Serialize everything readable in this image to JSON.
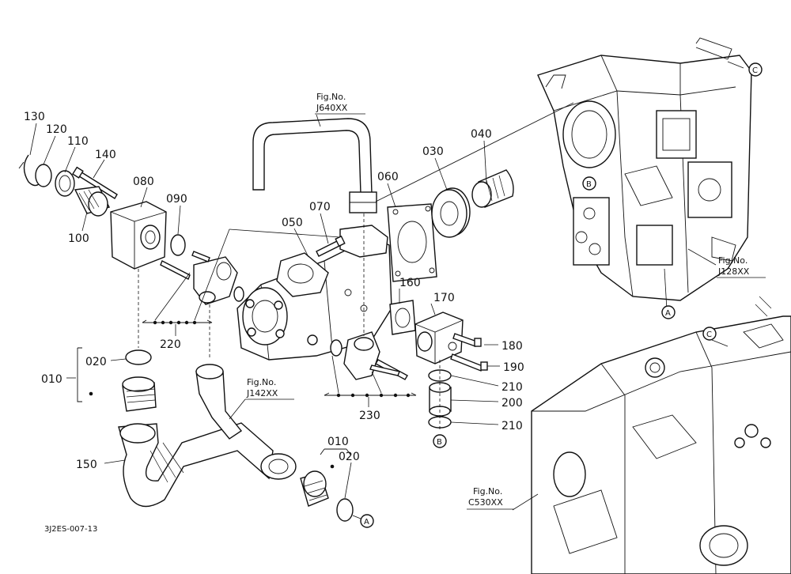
{
  "parts": [
    {
      "num": "130"
    },
    {
      "num": "120"
    },
    {
      "num": "110"
    },
    {
      "num": "140"
    },
    {
      "num": "080"
    },
    {
      "num": "090"
    },
    {
      "num": "100"
    },
    {
      "num": "050"
    },
    {
      "num": "070"
    },
    {
      "num": "060"
    },
    {
      "num": "030"
    },
    {
      "num": "040"
    },
    {
      "num": "160"
    },
    {
      "num": "170"
    },
    {
      "num": "180"
    },
    {
      "num": "190"
    },
    {
      "num": "210"
    },
    {
      "num": "200"
    },
    {
      "num": "210"
    },
    {
      "num": "220"
    },
    {
      "num": "230"
    },
    {
      "num": "010"
    },
    {
      "num": "020"
    },
    {
      "num": "150"
    },
    {
      "num": "010"
    },
    {
      "num": "020"
    }
  ],
  "fig_refs": [
    {
      "caption": "Fig.No.",
      "code": "J640XX"
    },
    {
      "caption": "Fig.No.",
      "code": "J128XX"
    },
    {
      "caption": "Fig.No.",
      "code": "J142XX"
    },
    {
      "caption": "Fig.No.",
      "code": "C530XX"
    }
  ],
  "markers": {
    "a": "A",
    "b": "B",
    "c": "C"
  },
  "drawing_code": "3J2ES-007-13"
}
